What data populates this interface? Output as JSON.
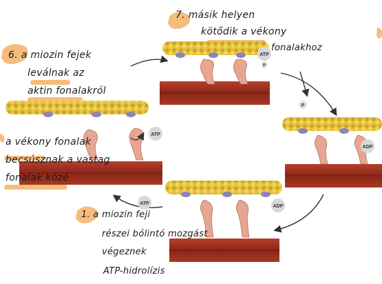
{
  "annotations": {
    "step7": {
      "line1": "7. másik helyen",
      "line2": "kötődik a vékony",
      "line3": "fonalakhoz"
    },
    "step6": {
      "line1": "6. a miozin fejek",
      "line2": "leválnak az",
      "line3": "aktin fonalakról"
    },
    "thin_retract": {
      "line1": "a vékony fonalak",
      "line2": "becsúsznak a vastag",
      "line3": "fonalak közé"
    },
    "step1": {
      "line1": "1. a miozin feji",
      "line2": "részei bólintó mozgást",
      "line3": "végeznek",
      "line4": "ATP-hidrolízis"
    }
  },
  "labels": {
    "atp": "ATP",
    "adp": "ADP",
    "p": "P"
  },
  "colors": {
    "highlighter": "#f4b266",
    "thick_filament": "#9c2f20",
    "thin_filament": "#e6c23c",
    "myosin_head": "#e7a692",
    "tropomyosin": "#8c84b8",
    "arrow": "#333333"
  }
}
